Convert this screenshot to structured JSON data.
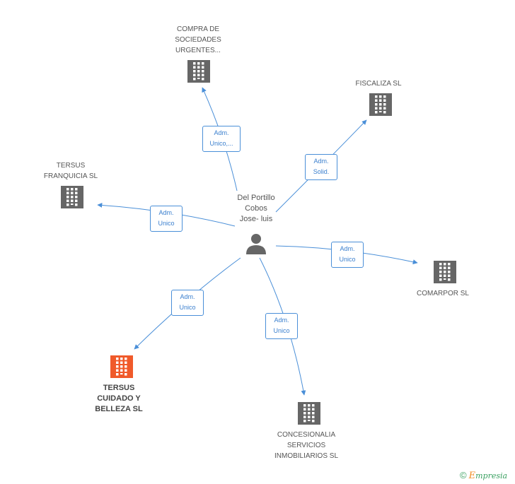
{
  "center": {
    "name": "Del Portillo\nCobos\nJose- luis",
    "icon": "person-icon"
  },
  "companies": [
    {
      "id": "compra",
      "name": "COMPRA DE\nSOCIEDADES\nURGENTES...",
      "icon": "building-icon",
      "color": "#666666"
    },
    {
      "id": "fiscaliza",
      "name": "FISCALIZA SL",
      "icon": "building-icon",
      "color": "#666666"
    },
    {
      "id": "tersus-franquicia",
      "name": "TERSUS\nFRANQUICIA SL",
      "icon": "building-icon",
      "color": "#666666"
    },
    {
      "id": "comarpor",
      "name": "COMARPOR SL",
      "icon": "building-icon",
      "color": "#666666"
    },
    {
      "id": "tersus-cuidado",
      "name": "TERSUS\nCUIDADO Y\nBELLEZA SL",
      "icon": "building-icon",
      "color": "#f05a2a"
    },
    {
      "id": "concesionalia",
      "name": "CONCESIONALIA\nSERVICIOS\nINMOBILIARIOS SL",
      "icon": "building-icon",
      "color": "#666666"
    }
  ],
  "relations": [
    {
      "target": "compra",
      "label": "Adm.\nUnico,..."
    },
    {
      "target": "fiscaliza",
      "label": "Adm.\nSolid."
    },
    {
      "target": "tersus-franquicia",
      "label": "Adm.\nUnico"
    },
    {
      "target": "comarpor",
      "label": "Adm.\nUnico"
    },
    {
      "target": "tersus-cuidado",
      "label": "Adm.\nUnico"
    },
    {
      "target": "concesionalia",
      "label": "Adm.\nUnico"
    }
  ],
  "colors": {
    "edge": "#4a8fd8",
    "person": "#666666",
    "highlight": "#f05a2a"
  },
  "footer": {
    "copyright": "©",
    "brand_first": "E",
    "brand_rest": "mpresia"
  }
}
